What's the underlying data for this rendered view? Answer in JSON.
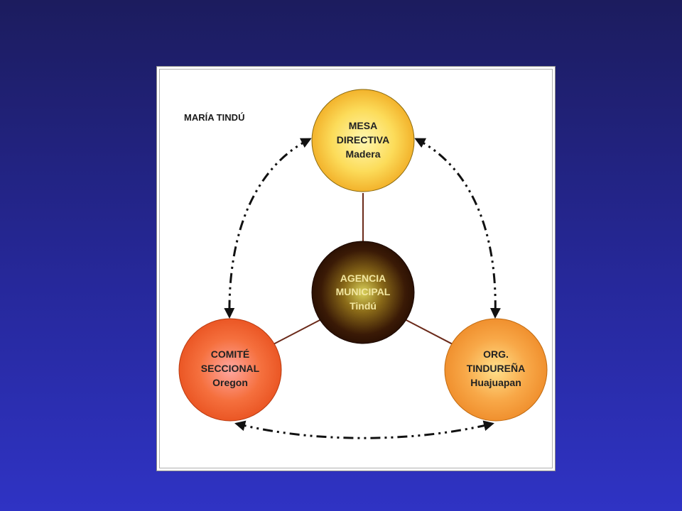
{
  "title": "MARÍA TINDÚ",
  "nodes": {
    "top": {
      "lines": [
        "MESA",
        "DIRECTIVA",
        "Madera"
      ]
    },
    "center": {
      "lines": [
        "AGENCIA",
        "MUNICIPAL",
        "Tindú"
      ]
    },
    "left": {
      "lines": [
        "COMITÉ",
        "SECCIONAL",
        "Oregon"
      ]
    },
    "right": {
      "lines": [
        "ORG.",
        "TINDUREÑA",
        "Huajuapan"
      ]
    }
  },
  "colors": {
    "background_top": "#1c1c5e",
    "background_bottom": "#2f33c4",
    "connector": "#6b2a1a",
    "arrow": "#111111",
    "top_fill": "#f5c63a",
    "center_fill": "#3a1a05",
    "left_fill": "#f06a3a",
    "right_fill": "#f59a3a"
  }
}
